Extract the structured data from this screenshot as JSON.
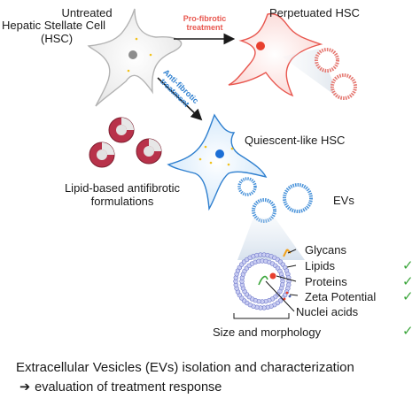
{
  "cells": {
    "untreated": {
      "line1": "Untreated",
      "line2": "Hepatic Stellate Cell",
      "line3": "(HSC)"
    },
    "perpetuated": "Perpetuated HSC",
    "quiescent": "Quiescent-like HSC"
  },
  "arrows": {
    "profibrotic": {
      "line1": "Pro-fibrotic",
      "line2": "treatment"
    },
    "antifibrotic": {
      "line1": "Anti-fibrotic",
      "line2": "treatment"
    }
  },
  "lipid_formulations": {
    "line1": "Lipid-based antifibrotic",
    "line2": "formulations"
  },
  "evs_label": "EVs",
  "components": [
    {
      "label": "Glycans",
      "checked": false
    },
    {
      "label": "Lipids",
      "checked": true
    },
    {
      "label": "Proteins",
      "checked": true
    },
    {
      "label": "Zeta Potential",
      "checked": true
    },
    {
      "label": "Nuclei acids",
      "checked": false
    }
  ],
  "size_morphology": {
    "label": "Size and morphology",
    "checked": true
  },
  "check_glyph": "✓",
  "bottom": {
    "line1": "Extracellular Vesicles (EVs) isolation and characterization",
    "arrow_glyph": "➔",
    "line2": "evaluation of treatment response"
  },
  "colors": {
    "pro_fibrotic": "#e8574f",
    "anti_fibrotic": "#2e7fcf",
    "check": "#3aa53a",
    "perpetuated_nucleus": "#e8402f",
    "quiescent_nucleus": "#1c6fd6",
    "untreated_nucleus": "#8d8d8d"
  }
}
